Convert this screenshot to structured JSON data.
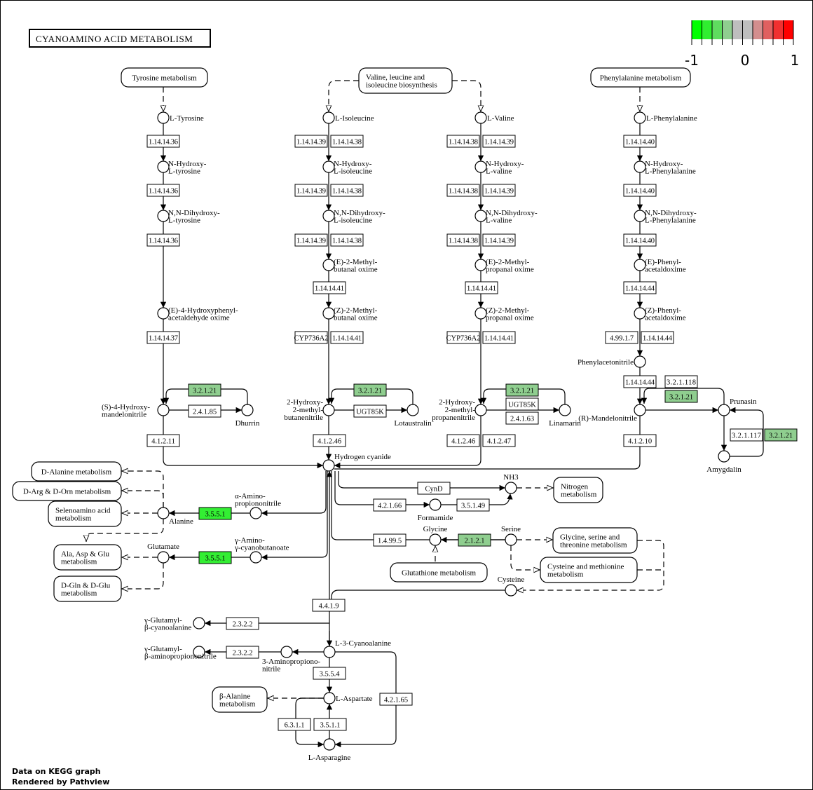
{
  "title": "CYANOAMINO ACID METABOLISM",
  "footer": [
    "Data on KEGG graph",
    "Rendered by Pathview"
  ],
  "legend": {
    "ticks": [
      "-1",
      "0",
      "1"
    ],
    "colors": [
      "#00ff00",
      "#30ee30",
      "#5fdc5f",
      "#8fce8f",
      "#bebebe",
      "#bebebe",
      "#d38e8e",
      "#e06060",
      "#f03030",
      "#ff0000"
    ]
  },
  "colors": {
    "down_strong": "#33ee33",
    "down_mild": "#8fce8f",
    "none": "#ffffff"
  },
  "pathways": [
    {
      "id": "p_tyr",
      "label": [
        "Tyrosine metabolism"
      ]
    },
    {
      "id": "p_val",
      "label": [
        "Valine, leucine and",
        "isoleucine biosynthesis"
      ]
    },
    {
      "id": "p_phe",
      "label": [
        "Phenylalanine metabolism"
      ]
    },
    {
      "id": "p_dala",
      "label": [
        "D-Alanine metabolism"
      ]
    },
    {
      "id": "p_darg",
      "label": [
        "D-Arg & D-Orn metabolism"
      ]
    },
    {
      "id": "p_selen",
      "label": [
        "Selenoamino acid",
        "metabolism"
      ]
    },
    {
      "id": "p_aag",
      "label": [
        "Ala, Asp & Glu",
        "metabolism"
      ]
    },
    {
      "id": "p_dgln",
      "label": [
        "D-Gln & D-Glu",
        "metabolism"
      ]
    },
    {
      "id": "p_nit",
      "label": [
        "Nitrogen",
        "metabolism"
      ]
    },
    {
      "id": "p_gly",
      "label": [
        "Glycine, serine and",
        "threonine metabolism"
      ]
    },
    {
      "id": "p_cys",
      "label": [
        "Cysteine and methionine",
        "metabolism"
      ]
    },
    {
      "id": "p_glut",
      "label": [
        "Glutathione metabolism"
      ]
    },
    {
      "id": "p_bala",
      "label": [
        "β-Alanine",
        "metabolism"
      ]
    }
  ],
  "compounds": [
    {
      "id": "tyr",
      "label": [
        "L-Tyrosine"
      ]
    },
    {
      "id": "nhtyr",
      "label": [
        "N-Hydroxy-",
        "L-tyrosine"
      ]
    },
    {
      "id": "nnhtyr",
      "label": [
        "N,N-Dihydroxy-",
        "L-tyrosine"
      ]
    },
    {
      "id": "e4h",
      "label": [
        "(E)-4-Hydroxyphenyl-",
        "acetaldehyde oxime"
      ]
    },
    {
      "id": "s4h",
      "label": [
        "(S)-4-Hydroxy-",
        "mandelonitrile"
      ]
    },
    {
      "id": "dhurrin",
      "label": [
        "Dhurrin"
      ]
    },
    {
      "id": "ile",
      "label": [
        "L-Isoleucine"
      ]
    },
    {
      "id": "nhile",
      "label": [
        "N-Hydroxy-",
        "L-isoleucine"
      ]
    },
    {
      "id": "nnhile",
      "label": [
        "N,N-Dihydroxy-",
        "L-isoleucine"
      ]
    },
    {
      "id": "e2mb",
      "label": [
        "(E)-2-Methyl-",
        "butanal oxime"
      ]
    },
    {
      "id": "z2mb",
      "label": [
        "(Z)-2-Methyl-",
        "butanal oxime"
      ]
    },
    {
      "id": "h2mb",
      "label": [
        "2-Hydroxy-",
        "2-methyl-",
        "butanenitrile"
      ]
    },
    {
      "id": "lotau",
      "label": [
        "Lotaustralin"
      ]
    },
    {
      "id": "val",
      "label": [
        "L-Valine"
      ]
    },
    {
      "id": "nhval",
      "label": [
        "N-Hydroxy-",
        "L-valine"
      ]
    },
    {
      "id": "nnhval",
      "label": [
        "N,N-Dihydroxy-",
        "L-valine"
      ]
    },
    {
      "id": "e2mp",
      "label": [
        "(E)-2-Methyl-",
        "propanal oxime"
      ]
    },
    {
      "id": "z2mp",
      "label": [
        "(Z)-2-Methyl-",
        "propanal oxime"
      ]
    },
    {
      "id": "h2mp",
      "label": [
        "2-Hydroxy-",
        "2-methyl-",
        "propanenitrile"
      ]
    },
    {
      "id": "linam",
      "label": [
        "Linamarin"
      ]
    },
    {
      "id": "phe",
      "label": [
        "L-Phenylalanine"
      ]
    },
    {
      "id": "nhphe",
      "label": [
        "N-Hydroxy-",
        "L-Phenylalanine"
      ]
    },
    {
      "id": "nnhphe",
      "label": [
        "N,N-Dihydroxy-",
        "L-Phenylalanine"
      ]
    },
    {
      "id": "epa",
      "label": [
        "(E)-Phenyl-",
        "acetaldoxime"
      ]
    },
    {
      "id": "zpa",
      "label": [
        "(Z)-Phenyl-",
        "acetaldoxime"
      ]
    },
    {
      "id": "phac",
      "label": [
        "Phenylacetonitrile"
      ]
    },
    {
      "id": "rman",
      "label": [
        "(R)-Mandelonitrile"
      ]
    },
    {
      "id": "prun",
      "label": [
        "Prunasin"
      ]
    },
    {
      "id": "amyg",
      "label": [
        "Amygdalin"
      ]
    },
    {
      "id": "hcn",
      "label": [
        "Hydrogen cyanide"
      ]
    },
    {
      "id": "aap",
      "label": [
        "α-Amino-",
        "propiononitrile"
      ]
    },
    {
      "id": "ala",
      "label": [
        "Alanine"
      ]
    },
    {
      "id": "gacb",
      "label": [
        "γ-Amino-",
        "γ-cyanobutanoate"
      ]
    },
    {
      "id": "glu",
      "label": [
        "Glutamate"
      ]
    },
    {
      "id": "nh3",
      "label": [
        "NH3"
      ]
    },
    {
      "id": "form",
      "label": [
        "Formamide"
      ]
    },
    {
      "id": "gly",
      "label": [
        "Glycine"
      ]
    },
    {
      "id": "ser",
      "label": [
        "Serine"
      ]
    },
    {
      "id": "cys",
      "label": [
        "Cysteine"
      ]
    },
    {
      "id": "l3c",
      "label": [
        "L-3-Cyanoalanine"
      ]
    },
    {
      "id": "ggbc",
      "label": [
        "γ-Glutamyl-",
        "β-cyanoalanine"
      ]
    },
    {
      "id": "ggba",
      "label": [
        "γ-Glutamyl-",
        "β-aminopropiononitrile"
      ]
    },
    {
      "id": "apn",
      "label": [
        "3-Aminopropiono-",
        "nitrile"
      ]
    },
    {
      "id": "asp",
      "label": [
        "L-Aspartate"
      ]
    },
    {
      "id": "asn",
      "label": [
        "L-Asparagine"
      ]
    }
  ],
  "enzymes": [
    {
      "id": "e_tyr1",
      "label": "1.14.14.36",
      "level": "none"
    },
    {
      "id": "e_tyr2",
      "label": "1.14.14.36",
      "level": "none"
    },
    {
      "id": "e_tyr3",
      "label": "1.14.14.36",
      "level": "none"
    },
    {
      "id": "e_tyr4",
      "label": "1.14.14.37",
      "level": "none"
    },
    {
      "id": "e_dh1",
      "label": "3.2.1.21",
      "level": "down_mild"
    },
    {
      "id": "e_dh2",
      "label": "2.4.1.85",
      "level": "none"
    },
    {
      "id": "e_tyr5",
      "label": "4.1.2.11",
      "level": "none"
    },
    {
      "id": "e_ile1a",
      "label": "1.14.14.39",
      "level": "none"
    },
    {
      "id": "e_ile1b",
      "label": "1.14.14.38",
      "level": "none"
    },
    {
      "id": "e_ile2a",
      "label": "1.14.14.39",
      "level": "none"
    },
    {
      "id": "e_ile2b",
      "label": "1.14.14.38",
      "level": "none"
    },
    {
      "id": "e_ile3a",
      "label": "1.14.14.39",
      "level": "none"
    },
    {
      "id": "e_ile3b",
      "label": "1.14.14.38",
      "level": "none"
    },
    {
      "id": "e_ile4",
      "label": "1.14.14.41",
      "level": "none"
    },
    {
      "id": "e_ile5a",
      "label": "CYP736A2",
      "level": "none"
    },
    {
      "id": "e_ile5b",
      "label": "1.14.14.41",
      "level": "none"
    },
    {
      "id": "e_lo1",
      "label": "3.2.1.21",
      "level": "down_mild"
    },
    {
      "id": "e_lo2",
      "label": "UGT85K",
      "level": "none"
    },
    {
      "id": "e_ile6",
      "label": "4.1.2.46",
      "level": "none"
    },
    {
      "id": "e_val1a",
      "label": "1.14.14.38",
      "level": "none"
    },
    {
      "id": "e_val1b",
      "label": "1.14.14.39",
      "level": "none"
    },
    {
      "id": "e_val2a",
      "label": "1.14.14.38",
      "level": "none"
    },
    {
      "id": "e_val2b",
      "label": "1.14.14.39",
      "level": "none"
    },
    {
      "id": "e_val3a",
      "label": "1.14.14.38",
      "level": "none"
    },
    {
      "id": "e_val3b",
      "label": "1.14.14.39",
      "level": "none"
    },
    {
      "id": "e_val4",
      "label": "1.14.14.41",
      "level": "none"
    },
    {
      "id": "e_val5a",
      "label": "CYP736A2",
      "level": "none"
    },
    {
      "id": "e_val5b",
      "label": "1.14.14.41",
      "level": "none"
    },
    {
      "id": "e_li1",
      "label": "3.2.1.21",
      "level": "down_mild"
    },
    {
      "id": "e_li2",
      "label": "UGT85K",
      "level": "none"
    },
    {
      "id": "e_li3",
      "label": "2.4.1.63",
      "level": "none"
    },
    {
      "id": "e_val6a",
      "label": "4.1.2.46",
      "level": "none"
    },
    {
      "id": "e_val6b",
      "label": "4.1.2.47",
      "level": "none"
    },
    {
      "id": "e_phe1",
      "label": "1.14.14.40",
      "level": "none"
    },
    {
      "id": "e_phe2",
      "label": "1.14.14.40",
      "level": "none"
    },
    {
      "id": "e_phe3",
      "label": "1.14.14.40",
      "level": "none"
    },
    {
      "id": "e_phe4",
      "label": "1.14.14.44",
      "level": "none"
    },
    {
      "id": "e_phe5a",
      "label": "4.99.1.7",
      "level": "none"
    },
    {
      "id": "e_phe5b",
      "label": "1.14.14.44",
      "level": "none"
    },
    {
      "id": "e_phe6",
      "label": "1.14.14.44",
      "level": "none"
    },
    {
      "id": "e_pr1",
      "label": "3.2.1.118",
      "level": "none"
    },
    {
      "id": "e_pr2",
      "label": "3.2.1.21",
      "level": "down_mild"
    },
    {
      "id": "e_am1",
      "label": "3.2.1.117",
      "level": "none"
    },
    {
      "id": "e_am2",
      "label": "3.2.1.21",
      "level": "down_mild"
    },
    {
      "id": "e_phe7",
      "label": "4.1.2.10",
      "level": "none"
    },
    {
      "id": "e_ala",
      "label": "3.5.5.1",
      "level": "down_strong"
    },
    {
      "id": "e_glu",
      "label": "3.5.5.1",
      "level": "down_strong"
    },
    {
      "id": "e_cynd",
      "label": "CynD",
      "level": "none"
    },
    {
      "id": "e_f1",
      "label": "4.2.1.66",
      "level": "none"
    },
    {
      "id": "e_f2",
      "label": "3.5.1.49",
      "level": "none"
    },
    {
      "id": "e_g1",
      "label": "1.4.99.5",
      "level": "none"
    },
    {
      "id": "e_g2",
      "label": "2.1.2.1",
      "level": "down_mild"
    },
    {
      "id": "e_c1",
      "label": "4.4.1.9",
      "level": "none"
    },
    {
      "id": "e_gg1",
      "label": "2.3.2.2",
      "level": "none"
    },
    {
      "id": "e_gg2",
      "label": "2.3.2.2",
      "level": "none"
    },
    {
      "id": "e_c2",
      "label": "3.5.5.4",
      "level": "none"
    },
    {
      "id": "e_c3",
      "label": "4.2.1.65",
      "level": "none"
    },
    {
      "id": "e_as1",
      "label": "6.3.1.1",
      "level": "none"
    },
    {
      "id": "e_as2",
      "label": "3.5.1.1",
      "level": "none"
    }
  ]
}
